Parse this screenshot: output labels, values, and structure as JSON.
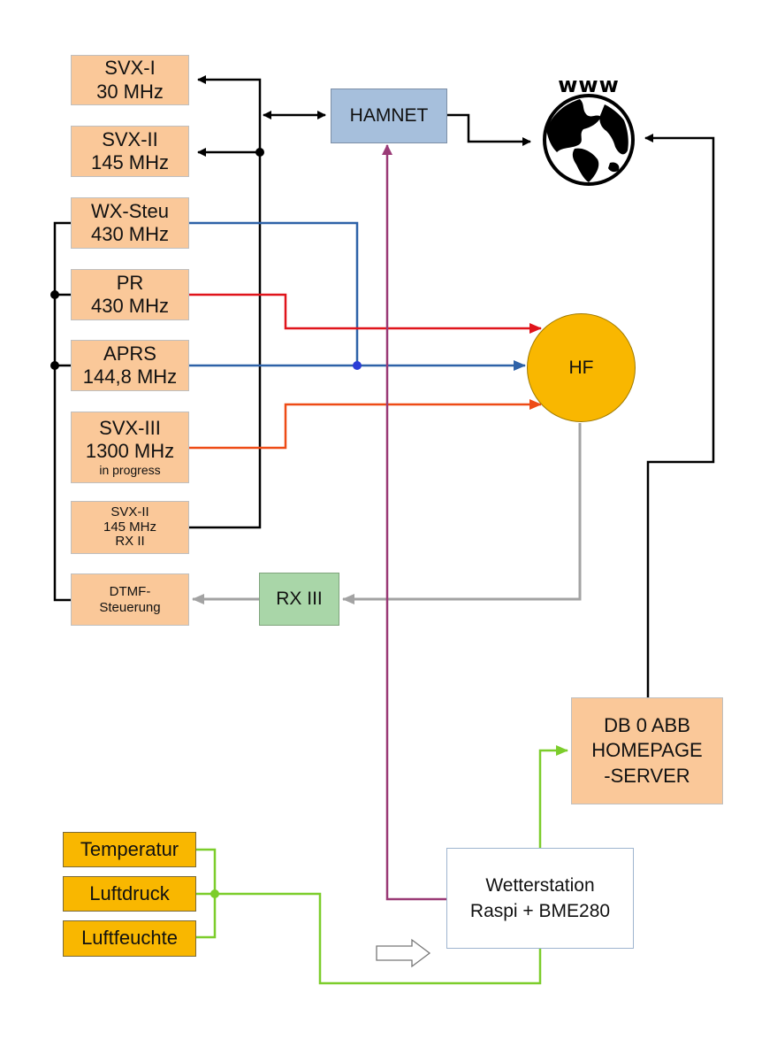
{
  "nodes": {
    "svx1": {
      "line1": "SVX-I",
      "line2": "30 MHz"
    },
    "svx2": {
      "line1": "SVX-II",
      "line2": "145 MHz"
    },
    "wxsteu": {
      "line1": "WX-Steu",
      "line2": "430 MHz"
    },
    "pr": {
      "line1": "PR",
      "line2": "430 MHz"
    },
    "aprs": {
      "line1": "APRS",
      "line2": "144,8 MHz"
    },
    "svx3": {
      "line1": "SVX-III",
      "line2": "1300 MHz",
      "line3": "in progress"
    },
    "svx2rx": {
      "line1": "SVX-II",
      "line2": "145 MHz",
      "line3": "RX II"
    },
    "dtmf": {
      "line1": "DTMF-",
      "line2": "Steuerung"
    },
    "rx3": {
      "label": "RX III"
    },
    "hamnet": {
      "label": "HAMNET"
    },
    "www": {
      "label": "www"
    },
    "hf": {
      "label": "HF"
    },
    "db0abb": {
      "line1": "DB 0 ABB",
      "line2": "HOMEPAGE",
      "line3": "-SERVER"
    },
    "temperatur": {
      "label": "Temperatur"
    },
    "luftdruck": {
      "label": "Luftdruck"
    },
    "luftfeuchte": {
      "label": "Luftfeuchte"
    },
    "wetterstation": {
      "line1": "Wetterstation",
      "line2": "Raspi + BME280"
    }
  },
  "colors": {
    "black": "#000000",
    "blue": "#2e62a8",
    "red": "#e0141b",
    "orange_red": "#ee4b16",
    "gray": "#a3a3a3",
    "purple": "#9a3a76",
    "green": "#7ccd2b"
  }
}
